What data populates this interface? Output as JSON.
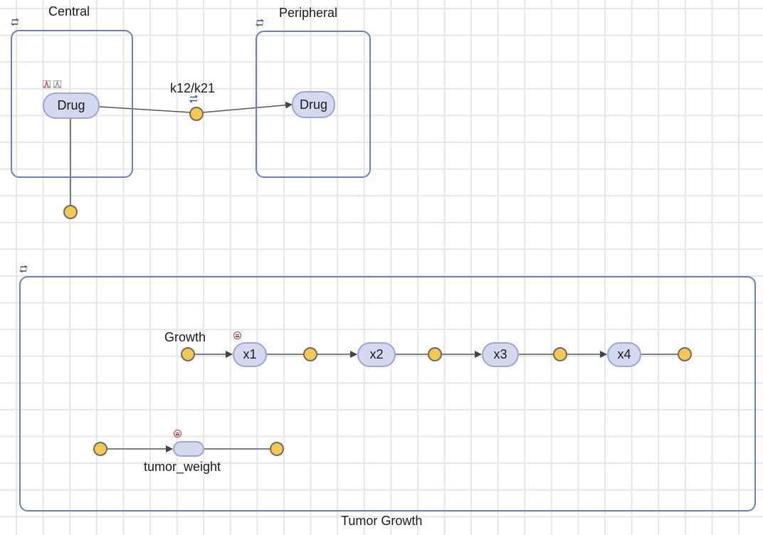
{
  "compartments": {
    "central": {
      "label": "Central",
      "icon": "compartment-toggle-icon"
    },
    "peripheral": {
      "label": "Peripheral",
      "icon": "compartment-toggle-icon"
    },
    "tumor_growth": {
      "label": "Tumor Growth",
      "icon": "compartment-toggle-icon"
    }
  },
  "species": {
    "central_drug": {
      "label": "Drug",
      "icons": [
        "dose-icon-red",
        "dose-icon-gray"
      ]
    },
    "peripheral_drug": {
      "label": "Drug"
    },
    "x1": {
      "label": "x1",
      "icon": "rule-icon"
    },
    "x2": {
      "label": "x2"
    },
    "x3": {
      "label": "x3"
    },
    "x4": {
      "label": "x4"
    },
    "tumor_weight": {
      "label": "",
      "caption": "tumor_weight",
      "icon": "rule-icon"
    }
  },
  "reactions": {
    "distribution": {
      "label": "k12/k21",
      "reversible": true,
      "icon": "reversible-arrows-icon"
    },
    "elimination": {
      "label": ""
    },
    "growth": {
      "label": "Growth"
    },
    "transit_1": {
      "label": ""
    },
    "transit_2": {
      "label": ""
    },
    "transit_3": {
      "label": ""
    },
    "transit_4": {
      "label": ""
    },
    "tumor_in": {
      "label": ""
    },
    "tumor_out": {
      "label": ""
    }
  },
  "colors": {
    "compartment_border": "#6b7fc4",
    "species_fill": "#d3d9ef",
    "species_border": "#98a6db",
    "reaction_node": "#f5c94e",
    "edge": "#555555",
    "rule_icon": "#b53a3a",
    "grid": "#e6e6e6"
  }
}
